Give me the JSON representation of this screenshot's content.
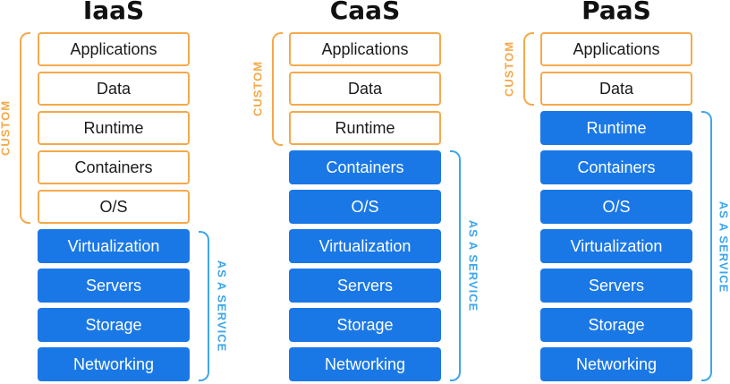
{
  "colors": {
    "custom_border": "#f5a94a",
    "service_fill": "#1a78e6",
    "service_bracket": "#3ea6ea"
  },
  "columns": [
    {
      "title": "IaaS",
      "custom_label": "CUSTOM",
      "service_label": "AS A SERVICE",
      "layers": [
        {
          "label": "Applications",
          "type": "custom"
        },
        {
          "label": "Data",
          "type": "custom"
        },
        {
          "label": "Runtime",
          "type": "custom"
        },
        {
          "label": "Containers",
          "type": "custom"
        },
        {
          "label": "O/S",
          "type": "custom"
        },
        {
          "label": "Virtualization",
          "type": "service"
        },
        {
          "label": "Servers",
          "type": "service"
        },
        {
          "label": "Storage",
          "type": "service"
        },
        {
          "label": "Networking",
          "type": "service"
        }
      ]
    },
    {
      "title": "CaaS",
      "custom_label": "CUSTOM",
      "service_label": "AS A SERVICE",
      "layers": [
        {
          "label": "Applications",
          "type": "custom"
        },
        {
          "label": "Data",
          "type": "custom"
        },
        {
          "label": "Runtime",
          "type": "custom"
        },
        {
          "label": "Containers",
          "type": "service"
        },
        {
          "label": "O/S",
          "type": "service"
        },
        {
          "label": "Virtualization",
          "type": "service"
        },
        {
          "label": "Servers",
          "type": "service"
        },
        {
          "label": "Storage",
          "type": "service"
        },
        {
          "label": "Networking",
          "type": "service"
        }
      ]
    },
    {
      "title": "PaaS",
      "custom_label": "CUSTOM",
      "service_label": "AS A SERVICE",
      "layers": [
        {
          "label": "Applications",
          "type": "custom"
        },
        {
          "label": "Data",
          "type": "custom"
        },
        {
          "label": "Runtime",
          "type": "service"
        },
        {
          "label": "Containers",
          "type": "service"
        },
        {
          "label": "O/S",
          "type": "service"
        },
        {
          "label": "Virtualization",
          "type": "service"
        },
        {
          "label": "Servers",
          "type": "service"
        },
        {
          "label": "Storage",
          "type": "service"
        },
        {
          "label": "Networking",
          "type": "service"
        }
      ]
    }
  ]
}
